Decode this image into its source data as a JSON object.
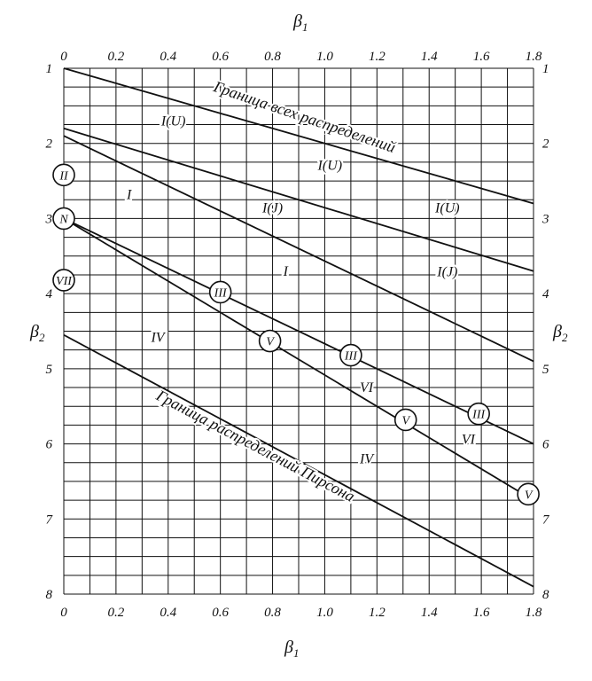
{
  "axes": {
    "beta1_title": "β",
    "beta1_sub": "1",
    "beta2_title": "β",
    "beta2_sub": "2",
    "beta1_range": [
      0,
      1.8
    ],
    "beta2_range": [
      1,
      8
    ],
    "beta1_ticks": [
      "0",
      "0.2",
      "0.4",
      "0.6",
      "0.8",
      "1.0",
      "1.2",
      "1.4",
      "1.6",
      "1.8"
    ],
    "beta2_ticks": [
      "1",
      "2",
      "3",
      "4",
      "5",
      "6",
      "7",
      "8"
    ],
    "beta1_minor_divisions": 18,
    "beta2_minor_divisions": 28
  },
  "lines": [
    {
      "id": "all-distributions-boundary",
      "from": [
        0,
        1.0
      ],
      "to": [
        1.8,
        2.8
      ]
    },
    {
      "id": "type-iii-upper",
      "from": [
        0,
        1.8
      ],
      "to": [
        1.8,
        3.7
      ]
    },
    {
      "id": "type-i-j",
      "from": [
        0,
        1.9
      ],
      "to": [
        1.8,
        4.9
      ]
    },
    {
      "id": "type-iii-line",
      "from": [
        0,
        3.0
      ],
      "to": [
        1.8,
        6.0
      ]
    },
    {
      "id": "type-v-line",
      "from": [
        0,
        3.0
      ],
      "to": [
        1.8,
        6.75
      ]
    },
    {
      "id": "pearson-boundary",
      "from": [
        0,
        4.55
      ],
      "to": [
        1.8,
        7.9
      ]
    }
  ],
  "boundary_labels": [
    {
      "id": "all-distributions",
      "text": "Граница всех распределений",
      "anchor": [
        0.57,
        1.3
      ],
      "to": [
        1.41,
        2.3
      ]
    },
    {
      "id": "pearson",
      "text": "Граница распределений Пирсона",
      "anchor": [
        0.35,
        5.4
      ],
      "to": [
        1.25,
        7.05
      ]
    }
  ],
  "region_labels": [
    {
      "text": "I(U)",
      "pos": [
        0.42,
        1.76
      ]
    },
    {
      "text": "I(U)",
      "pos": [
        1.02,
        2.35
      ]
    },
    {
      "text": "I(U)",
      "pos": [
        1.47,
        2.92
      ]
    },
    {
      "text": "I(J)",
      "pos": [
        0.8,
        2.92
      ]
    },
    {
      "text": "I(J)",
      "pos": [
        1.47,
        3.77
      ]
    },
    {
      "text": "I",
      "pos": [
        0.25,
        2.74
      ]
    },
    {
      "text": "I",
      "pos": [
        0.85,
        3.76
      ]
    },
    {
      "text": "IV",
      "pos": [
        0.36,
        4.64
      ]
    },
    {
      "text": "IV",
      "pos": [
        1.16,
        6.26
      ]
    },
    {
      "text": "VI",
      "pos": [
        1.16,
        5.31
      ]
    },
    {
      "text": "VI",
      "pos": [
        1.55,
        6.0
      ]
    }
  ],
  "markers": [
    {
      "text": "II",
      "pos": [
        0,
        2.42
      ]
    },
    {
      "text": "N",
      "pos": [
        0,
        3.0
      ]
    },
    {
      "text": "VII",
      "pos": [
        0,
        3.82
      ]
    },
    {
      "text": "III",
      "pos": [
        0.6,
        3.98
      ]
    },
    {
      "text": "III",
      "pos": [
        1.1,
        4.82
      ]
    },
    {
      "text": "III",
      "pos": [
        1.59,
        5.6
      ]
    },
    {
      "text": "V",
      "pos": [
        0.79,
        4.63
      ]
    },
    {
      "text": "V",
      "pos": [
        1.31,
        5.68
      ]
    },
    {
      "text": "V",
      "pos": [
        1.78,
        6.67
      ]
    }
  ]
}
